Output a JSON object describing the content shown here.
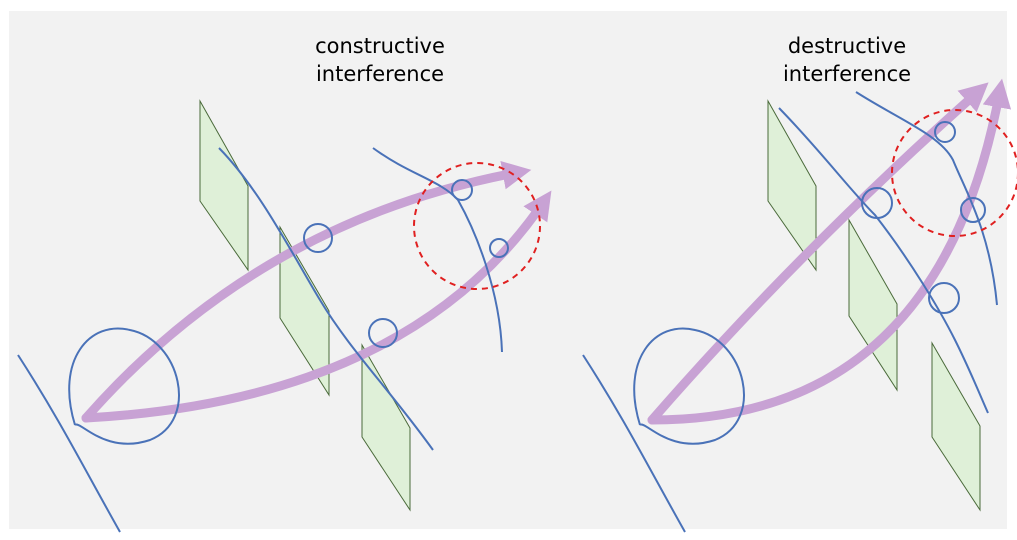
{
  "panels": [
    {
      "id": "left",
      "caption_line1": "constructive",
      "caption_line2": "interference"
    },
    {
      "id": "right",
      "caption_line1": "destructive",
      "caption_line2": "interference"
    }
  ],
  "colors": {
    "background": "#f2f2f2",
    "arrow": "#c8a2d4",
    "curve": "#4a72b8",
    "plane_fill": "#dff0d8",
    "plane_stroke": "#4a6a3a",
    "highlight_circle": "#e02020"
  }
}
